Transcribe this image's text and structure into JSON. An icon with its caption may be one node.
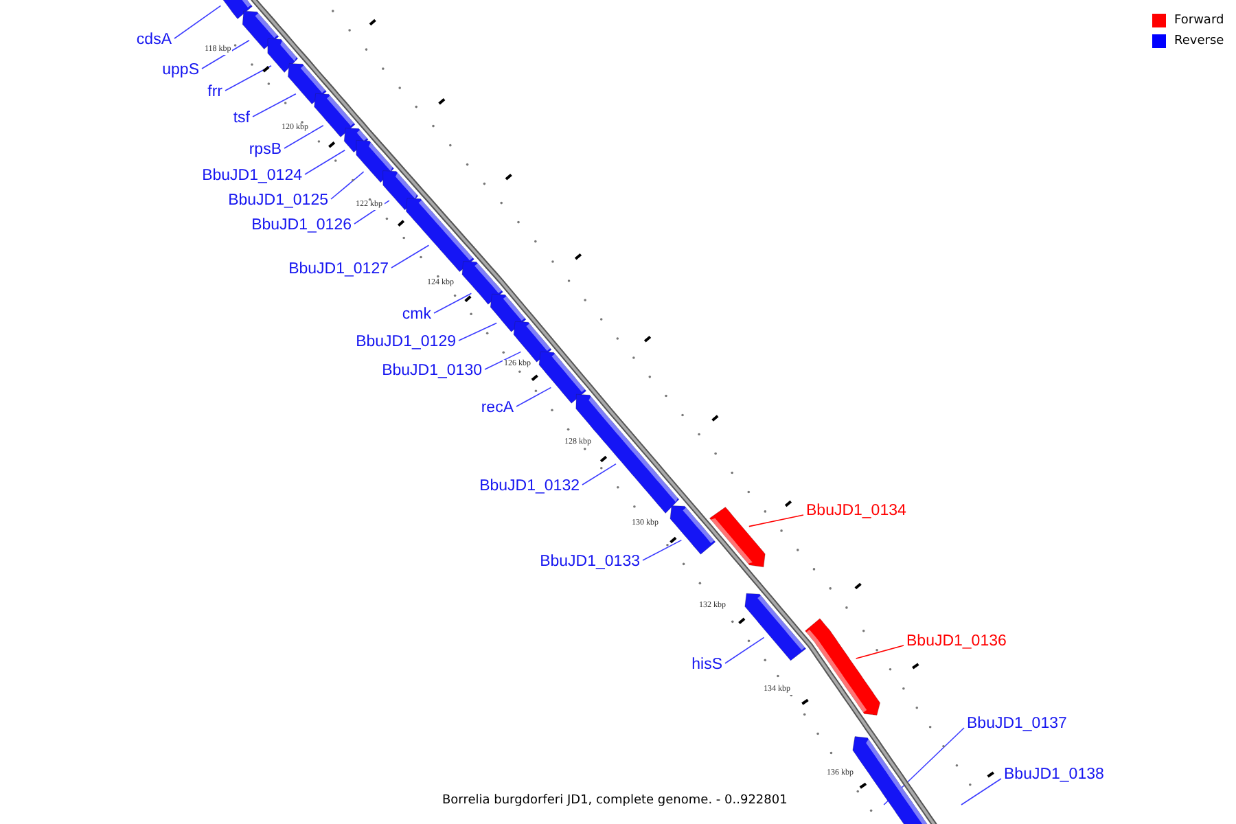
{
  "diagram": {
    "caption": "Borrelia burgdorferi JD1, complete genome. - 0..922801",
    "nodes": [
      {
        "text": [
          "cdsA"
        ]
      },
      {
        "text": [],
        "shape": "bar"
      },
      {
        "text": [
          "uppS"
        ]
      },
      {
        "text": [],
        "shape": "bar"
      },
      {
        "text": [
          "frr"
        ]
      },
      {
        "text": [],
        "shape": "bar"
      },
      {
        "text": [
          "tsf"
        ]
      },
      {
        "text": [],
        "shape": "bar"
      },
      {
        "text": [
          "rpsB"
        ]
      },
      {
        "text": [],
        "shape": "bar"
      },
      {
        "text": [
          "BbuJD1_0124"
        ]
      },
      {
        "text": [],
        "shape": "bar"
      },
      {
        "text": [
          "BbuJD1_0125"
        ]
      },
      {
        "text": [],
        "shape": "bar"
      },
      {
        "text": [
          "BbuJD1_0126"
        ]
      },
      {
        "text": [],
        "shape": "bar"
      },
      {
        "text": [
          "BbuJD1_0127"
        ]
      },
      {
        "text": [],
        "shape": "bar"
      },
      {
        "text": [
          "cmk"
        ]
      },
      {
        "text": [],
        "shape": "bar"
      },
      {
        "text": [
          "BbuJD1_0129"
        ]
      },
      {
        "text": [],
        "shape": "bar"
      },
      {
        "text": [
          "BbuJD1_0130"
        ]
      },
      {
        "text": [],
        "shape": "bar"
      },
      {
        "text": [
          "recA"
        ]
      },
      {
        "text": [],
        "shape": "bar"
      },
      {
        "text": [
          "BbuJD1_0132"
        ]
      },
      {
        "text": [],
        "shape": "bar"
      },
      {
        "text": [
          "BbuJD1_0133"
        ]
      },
      {
        "text": [],
        "shape": "bar"
      },
      {
        "text": [
          "BbuJD1_0134"
        ]
      },
      {
        "text": [],
        "shape": "bar"
      },
      {
        "text": [
          "hisS"
        ]
      },
      {
        "text": [],
        "shape": "bar"
      },
      {
        "text": [
          "BbuJD1_0136"
        ]
      },
      {
        "text": [],
        "shape": "bar"
      },
      {
        "text": [
          "BbuJD1_0137"
        ]
      },
      {
        "text": [],
        "shape": "bar"
      },
      {
        "text": [
          "BbuJD1_0138"
        ]
      }
    ],
    "edges": [
      {
        "from": 0,
        "to": 1,
        "arrow": "none"
      },
      {
        "from": 2,
        "to": 3,
        "arrow": "none"
      },
      {
        "from": 4,
        "to": 5,
        "arrow": "none"
      },
      {
        "from": 6,
        "to": 7,
        "arrow": "none"
      },
      {
        "from": 8,
        "to": 9,
        "arrow": "none"
      },
      {
        "from": 10,
        "to": 11,
        "arrow": "none"
      },
      {
        "from": 12,
        "to": 13,
        "arrow": "none"
      },
      {
        "from": 14,
        "to": 15,
        "arrow": "none"
      },
      {
        "from": 16,
        "to": 17,
        "arrow": "none"
      },
      {
        "from": 18,
        "to": 19,
        "arrow": "none"
      },
      {
        "from": 20,
        "to": 21,
        "arrow": "none"
      },
      {
        "from": 22,
        "to": 23,
        "arrow": "none"
      },
      {
        "from": 24,
        "to": 25,
        "arrow": "none"
      },
      {
        "from": 26,
        "to": 27,
        "arrow": "none"
      },
      {
        "from": 28,
        "to": 29,
        "arrow": "none"
      },
      {
        "from": 30,
        "to": 31,
        "arrow": "none",
        "color": "#ff0000"
      },
      {
        "from": 32,
        "to": 33,
        "arrow": "none"
      },
      {
        "from": 34,
        "to": 35,
        "arrow": "none",
        "color": "#ff0000"
      },
      {
        "from": 36,
        "to": 37,
        "arrow": "none"
      },
      {
        "from": 38,
        "to": null,
        "arrow": "none"
      }
    ],
    "labels": [
      "118 kbp",
      "120 kbp",
      "122 kbp",
      "124 kbp",
      "126 kbp",
      "128 kbp",
      "130 kbp",
      "132 kbp",
      "134 kbp",
      "136 kbp"
    ],
    "legend": [
      {
        "text": "Forward",
        "color": "#ff0000"
      },
      {
        "text": "Reverse",
        "color": "#0000ff"
      }
    ]
  }
}
